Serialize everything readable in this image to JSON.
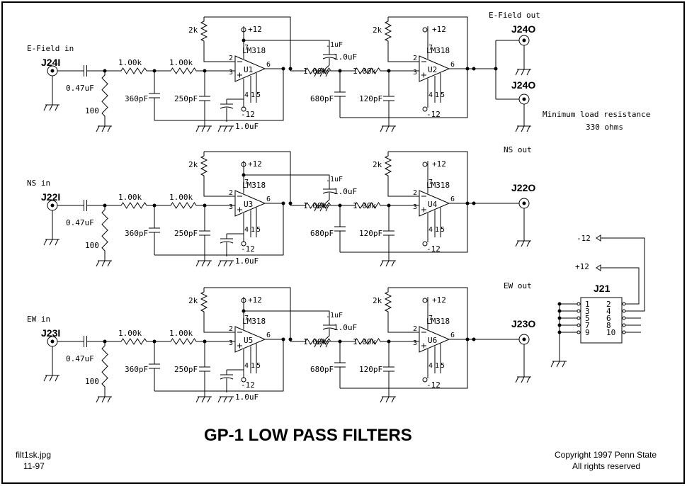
{
  "title": "GP-1 LOW PASS FILTERS",
  "file_name": "filt1sk.jpg",
  "file_date": "11-97",
  "copyright": "Copyright 1997 Penn State",
  "rights": "All rights reserved",
  "note_line1": "Minimum load resistance",
  "note_line2": "330 ohms",
  "opamp_part": "LM318",
  "supply_pos": "+12",
  "supply_neg": "-12",
  "components": {
    "coupling_cap": "0.47uF",
    "bias_res": "100",
    "res_1k": "1.00k",
    "cap_360": "360pF",
    "cap_250": "250pF",
    "cap_680": "680pF",
    "cap_120": "120pF",
    "res_2k": "2k",
    "bypass_cap": "1.0uF",
    "comp_cap": ".1uF"
  },
  "pins": {
    "inv": "2",
    "noninv": "3",
    "out": "6",
    "vpos": "7",
    "vneg": "4",
    "bal_a": "1",
    "bal_b": "5"
  },
  "channels": [
    {
      "in_label": "E-Field in",
      "in_jack": "J24I",
      "u_first": "U1",
      "u_second": "U2",
      "out_label": "E-Field out",
      "out_jack": "J24O",
      "out_jack2": "J24O"
    },
    {
      "in_label": "NS in",
      "in_jack": "J22I",
      "u_first": "U3",
      "u_second": "U4",
      "out_label": "NS out",
      "out_jack": "J22O"
    },
    {
      "in_label": "EW in",
      "in_jack": "J23I",
      "u_first": "U5",
      "u_second": "U6",
      "out_label": "EW out",
      "out_jack": "J23O"
    }
  ],
  "connector": {
    "name": "J21",
    "left_pins": [
      "1",
      "3",
      "5",
      "7",
      "9"
    ],
    "right_pins": [
      "2",
      "4",
      "6",
      "8",
      "10"
    ],
    "neg_label": "-12",
    "pos_label": "+12"
  }
}
